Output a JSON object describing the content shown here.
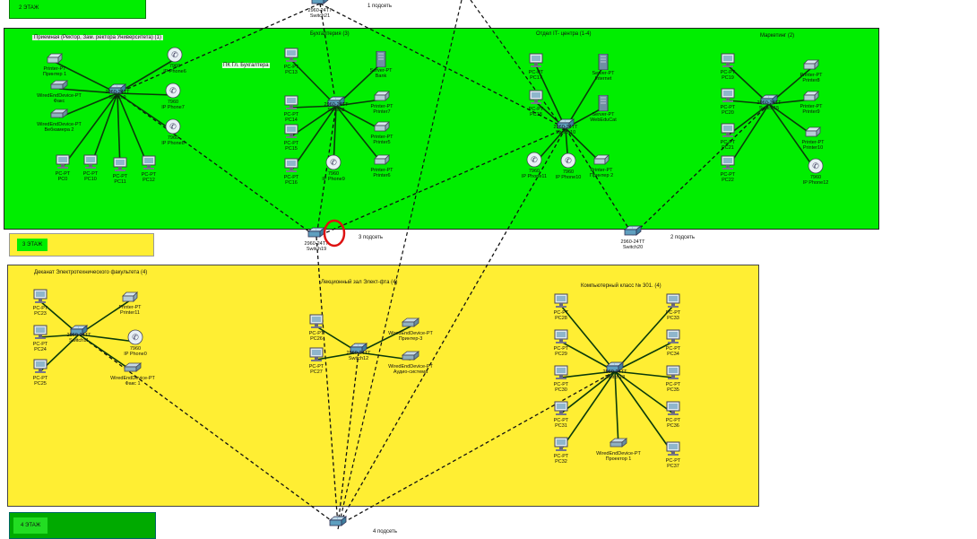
{
  "floors": {
    "f2": {
      "label": "2 ЭТАЖ"
    },
    "f3": {
      "label": "3 ЭТАЖ"
    },
    "f4": {
      "label": "4 ЭТАЖ"
    }
  },
  "regions": [
    {
      "id": "priemnaya",
      "title": "Приемная (Ректор, Зам. ректора Университета) (1)",
      "color": "#00ee00"
    },
    {
      "id": "buhgalteriya",
      "title": "Бухгалтерия (3)",
      "color": "#00ee00"
    },
    {
      "id": "it",
      "title": "Отдел IT- центра (1-4)",
      "color": "#00ee00"
    },
    {
      "id": "marketing",
      "title": "Маркетинг (2)",
      "color": "#00ee00"
    },
    {
      "id": "dekanat",
      "title": "Деканат Электротехнического факультета (4)",
      "color": "#ffee33"
    },
    {
      "id": "lekcionny",
      "title": "Лекционный зал Элект-фта (4)",
      "color": "#ffee33"
    },
    {
      "id": "klass",
      "title": "Компьютерный класс № 301. (4)",
      "color": "#ffee33"
    }
  ],
  "annotations": {
    "pk_gl_buh": "ПК Гл. Бухгалтера",
    "subnet1": "1 подсеть",
    "subnet2": "2 подсеть",
    "subnet3": "3 подсеть",
    "subnet4": "4 подсеть"
  },
  "devices": [
    {
      "id": "switch21",
      "type": "switch",
      "label": "2960-24TT\nSwitch21"
    },
    {
      "id": "switch19",
      "type": "switch",
      "label": "2960-24TT\nSwitch19"
    },
    {
      "id": "switch20",
      "type": "switch",
      "label": "2960-24TT\nSwitch20"
    },
    {
      "id": "switch22",
      "type": "switch",
      "label": ""
    },
    {
      "id": "prn_priemnaya",
      "type": "printer",
      "label": "Printer-PT\nПринтер 1"
    },
    {
      "id": "fax_priemnaya",
      "type": "wired",
      "label": "WiredEndDevice-PT\nФакс"
    },
    {
      "id": "webcam2",
      "type": "wired",
      "label": "WiredEndDevice-PT\nВебкамера 2"
    },
    {
      "id": "ipphone6",
      "type": "phone",
      "label": "7960\nIP Phone6"
    },
    {
      "id": "ipphone7",
      "type": "phone",
      "label": "7960\nIP Phone7"
    },
    {
      "id": "ipphone8",
      "type": "phone",
      "label": "7960\nIP Phone8"
    },
    {
      "id": "switch9",
      "type": "switch",
      "label": "2960-24TT\nSwitch9"
    },
    {
      "id": "pc0",
      "type": "pc",
      "label": "PC-PT\nPC0"
    },
    {
      "id": "pc10",
      "type": "pc",
      "label": "PC-PT\nPC10"
    },
    {
      "id": "pc11",
      "type": "pc",
      "label": "PC-PT\nPC11"
    },
    {
      "id": "pc12",
      "type": "pc",
      "label": "PC-PT\nPC12"
    },
    {
      "id": "pc13",
      "type": "pc",
      "label": "PC-PT\nPC13"
    },
    {
      "id": "pc14",
      "type": "pc",
      "label": "PC-PT\nPC14"
    },
    {
      "id": "pc15",
      "type": "pc",
      "label": "PC-PT\nPC15"
    },
    {
      "id": "pc16",
      "type": "pc",
      "label": "PC-PT\nPC16"
    },
    {
      "id": "server_bank",
      "type": "server",
      "label": "Server-PT\nBank"
    },
    {
      "id": "printer7",
      "type": "printer",
      "label": "Printer-PT\nPrinter7"
    },
    {
      "id": "printer5",
      "type": "printer",
      "label": "Printer-PT\nPrinter5"
    },
    {
      "id": "printer6",
      "type": "printer",
      "label": "Printer-PT\nPrinter6"
    },
    {
      "id": "switch8",
      "type": "switch",
      "label": "2960-24TT\nSwitch8"
    },
    {
      "id": "ipphone9",
      "type": "phone",
      "label": "7960\nIP Phone9"
    },
    {
      "id": "pc17",
      "type": "pc",
      "label": "PC-PT\nPC17"
    },
    {
      "id": "pc18",
      "type": "pc",
      "label": "PC-PT\nPC18"
    },
    {
      "id": "server_internet",
      "type": "server",
      "label": "Server-PT\nInternet"
    },
    {
      "id": "server_webedu",
      "type": "server",
      "label": "Server-PT\nWebEduCat"
    },
    {
      "id": "switch10",
      "type": "switch",
      "label": "2960-24TT\nSwitch10"
    },
    {
      "id": "ipphone11",
      "type": "phone",
      "label": "7960\nIP Phone11"
    },
    {
      "id": "ipphone10",
      "type": "phone",
      "label": "7960\nIP Phone10"
    },
    {
      "id": "prn_it",
      "type": "printer",
      "label": "Printer-PT\nПринтер 2"
    },
    {
      "id": "pc19",
      "type": "pc",
      "label": "PC-PT\nPC19"
    },
    {
      "id": "pc20",
      "type": "pc",
      "label": "PC-PT\nPC20"
    },
    {
      "id": "pc21",
      "type": "pc",
      "label": "PC-PT\nPC21"
    },
    {
      "id": "pc22",
      "type": "pc",
      "label": "PC-PT\nPC22"
    },
    {
      "id": "printer8",
      "type": "printer",
      "label": "Printer-PT\nPrinter8"
    },
    {
      "id": "printer9",
      "type": "printer",
      "label": "Printer-PT\nPrinter9"
    },
    {
      "id": "printer10",
      "type": "printer",
      "label": "Printer-PT\nPrinter10"
    },
    {
      "id": "ipphone12",
      "type": "phone",
      "label": "7960\nIP Phone12"
    },
    {
      "id": "switch15",
      "type": "switch",
      "label": "2960-24TT\nSwitch15"
    },
    {
      "id": "pc23",
      "type": "pc",
      "label": "PC-PT\nPC23"
    },
    {
      "id": "pc24",
      "type": "pc",
      "label": "PC-PT\nPC24"
    },
    {
      "id": "pc25",
      "type": "pc",
      "label": "PC-PT\nPC25"
    },
    {
      "id": "printer11",
      "type": "printer",
      "label": "Printer-PT\nPrinter11"
    },
    {
      "id": "ipphone0",
      "type": "phone",
      "label": "7960\nIP Phone0"
    },
    {
      "id": "fax1",
      "type": "wired",
      "label": "WiredEndDevice-PT\nФакс 1"
    },
    {
      "id": "switch11",
      "type": "switch",
      "label": "2960-24TT\nSwitch11"
    },
    {
      "id": "pc26",
      "type": "pc",
      "label": "PC-PT\nPC26"
    },
    {
      "id": "pc27",
      "type": "pc",
      "label": "PC-PT\nPC27"
    },
    {
      "id": "switch12",
      "type": "switch",
      "label": "2960-24TT\nSwitch12"
    },
    {
      "id": "prn3",
      "type": "wired",
      "label": "WiredEndDevice-PT\nПринтер-3"
    },
    {
      "id": "audio",
      "type": "wired",
      "label": "WiredEndDevice-PT\nАудио-система"
    },
    {
      "id": "pc28",
      "type": "pc",
      "label": "PC-PT\nPC28"
    },
    {
      "id": "pc29",
      "type": "pc",
      "label": "PC-PT\nPC29"
    },
    {
      "id": "pc30",
      "type": "pc",
      "label": "PC-PT\nPC30"
    },
    {
      "id": "pc31",
      "type": "pc",
      "label": "PC-PT\nPC31"
    },
    {
      "id": "pc32",
      "type": "pc",
      "label": "PC-PT\nPC32"
    },
    {
      "id": "pc33",
      "type": "pc",
      "label": "PC-PT\nPC33"
    },
    {
      "id": "pc34",
      "type": "pc",
      "label": "PC-PT\nPC34"
    },
    {
      "id": "pc35",
      "type": "pc",
      "label": "PC-PT\nPC35"
    },
    {
      "id": "pc36",
      "type": "pc",
      "label": "PC-PT\nPC36"
    },
    {
      "id": "pc37",
      "type": "pc",
      "label": "PC-PT\nPC37"
    },
    {
      "id": "switch13",
      "type": "switch",
      "label": "2960-24TT\nSwitch13"
    },
    {
      "id": "proektor1",
      "type": "wired",
      "label": "WiredEndDevice-PT\nПроектор 1"
    }
  ],
  "links": [
    [
      "switch21",
      "switch9",
      "trunk"
    ],
    [
      "switch21",
      "switch8",
      "trunk"
    ],
    [
      "switch21",
      "switch10",
      "trunk"
    ],
    [
      "switch9",
      "switch19",
      "trunk"
    ],
    [
      "switch8",
      "switch19",
      "trunk"
    ],
    [
      "switch10",
      "switch19",
      "trunk"
    ],
    [
      "switch10",
      "switch20",
      "trunk"
    ],
    [
      "switch15",
      "switch20",
      "trunk"
    ],
    [
      "switch11",
      "switch22",
      "trunk"
    ],
    [
      "switch12",
      "switch22",
      "trunk"
    ],
    [
      "switch13",
      "switch22",
      "trunk"
    ],
    [
      "switch19",
      "switch22",
      "trunk"
    ],
    [
      "switch10",
      "switch22",
      "trunk"
    ],
    [
      "switch9",
      "prn_priemnaya",
      "cable"
    ],
    [
      "switch9",
      "fax_priemnaya",
      "cable"
    ],
    [
      "switch9",
      "webcam2",
      "cable"
    ],
    [
      "switch9",
      "ipphone6",
      "cable"
    ],
    [
      "switch9",
      "ipphone7",
      "cable"
    ],
    [
      "switch9",
      "ipphone8",
      "cable"
    ],
    [
      "switch9",
      "pc0",
      "cable"
    ],
    [
      "switch9",
      "pc10",
      "cable"
    ],
    [
      "switch9",
      "pc11",
      "cable"
    ],
    [
      "switch9",
      "pc12",
      "cable"
    ],
    [
      "switch8",
      "pc13",
      "cable"
    ],
    [
      "switch8",
      "pc14",
      "cable"
    ],
    [
      "switch8",
      "pc15",
      "cable"
    ],
    [
      "switch8",
      "pc16",
      "cable"
    ],
    [
      "switch8",
      "server_bank",
      "cable"
    ],
    [
      "switch8",
      "printer7",
      "cable"
    ],
    [
      "switch8",
      "printer5",
      "cable"
    ],
    [
      "switch8",
      "printer6",
      "cable"
    ],
    [
      "switch8",
      "ipphone9",
      "cable"
    ],
    [
      "switch10",
      "pc17",
      "cable"
    ],
    [
      "switch10",
      "pc18",
      "cable"
    ],
    [
      "switch10",
      "server_internet",
      "cable"
    ],
    [
      "switch10",
      "server_webedu",
      "cable"
    ],
    [
      "switch10",
      "ipphone11",
      "cable"
    ],
    [
      "switch10",
      "ipphone10",
      "cable"
    ],
    [
      "switch10",
      "prn_it",
      "cable"
    ],
    [
      "switch15",
      "pc19",
      "cable"
    ],
    [
      "switch15",
      "pc20",
      "cable"
    ],
    [
      "switch15",
      "pc21",
      "cable"
    ],
    [
      "switch15",
      "pc22",
      "cable"
    ],
    [
      "switch15",
      "printer8",
      "cable"
    ],
    [
      "switch15",
      "printer9",
      "cable"
    ],
    [
      "switch15",
      "printer10",
      "cable"
    ],
    [
      "switch15",
      "ipphone12",
      "cable"
    ],
    [
      "switch11",
      "pc23",
      "cable"
    ],
    [
      "switch11",
      "pc24",
      "cable"
    ],
    [
      "switch11",
      "pc25",
      "cable"
    ],
    [
      "switch11",
      "printer11",
      "cable"
    ],
    [
      "switch11",
      "ipphone0",
      "cable"
    ],
    [
      "switch11",
      "fax1",
      "cable"
    ],
    [
      "switch12",
      "pc26",
      "cable"
    ],
    [
      "switch12",
      "pc27",
      "cable"
    ],
    [
      "switch12",
      "prn3",
      "cable"
    ],
    [
      "switch12",
      "audio",
      "cable"
    ],
    [
      "switch13",
      "pc28",
      "cable"
    ],
    [
      "switch13",
      "pc29",
      "cable"
    ],
    [
      "switch13",
      "pc30",
      "cable"
    ],
    [
      "switch13",
      "pc31",
      "cable"
    ],
    [
      "switch13",
      "pc32",
      "cable"
    ],
    [
      "switch13",
      "pc33",
      "cable"
    ],
    [
      "switch13",
      "pc34",
      "cable"
    ],
    [
      "switch13",
      "pc35",
      "cable"
    ],
    [
      "switch13",
      "pc36",
      "cable"
    ],
    [
      "switch13",
      "pc37",
      "cable"
    ],
    [
      "switch13",
      "proektor1",
      "cable"
    ]
  ],
  "colors": {
    "floor_green": "#00ee00",
    "floor_yellow": "#ffee33",
    "cable": "#0a3a0a",
    "trunk": "#111111",
    "highlight": "#dd1111"
  }
}
